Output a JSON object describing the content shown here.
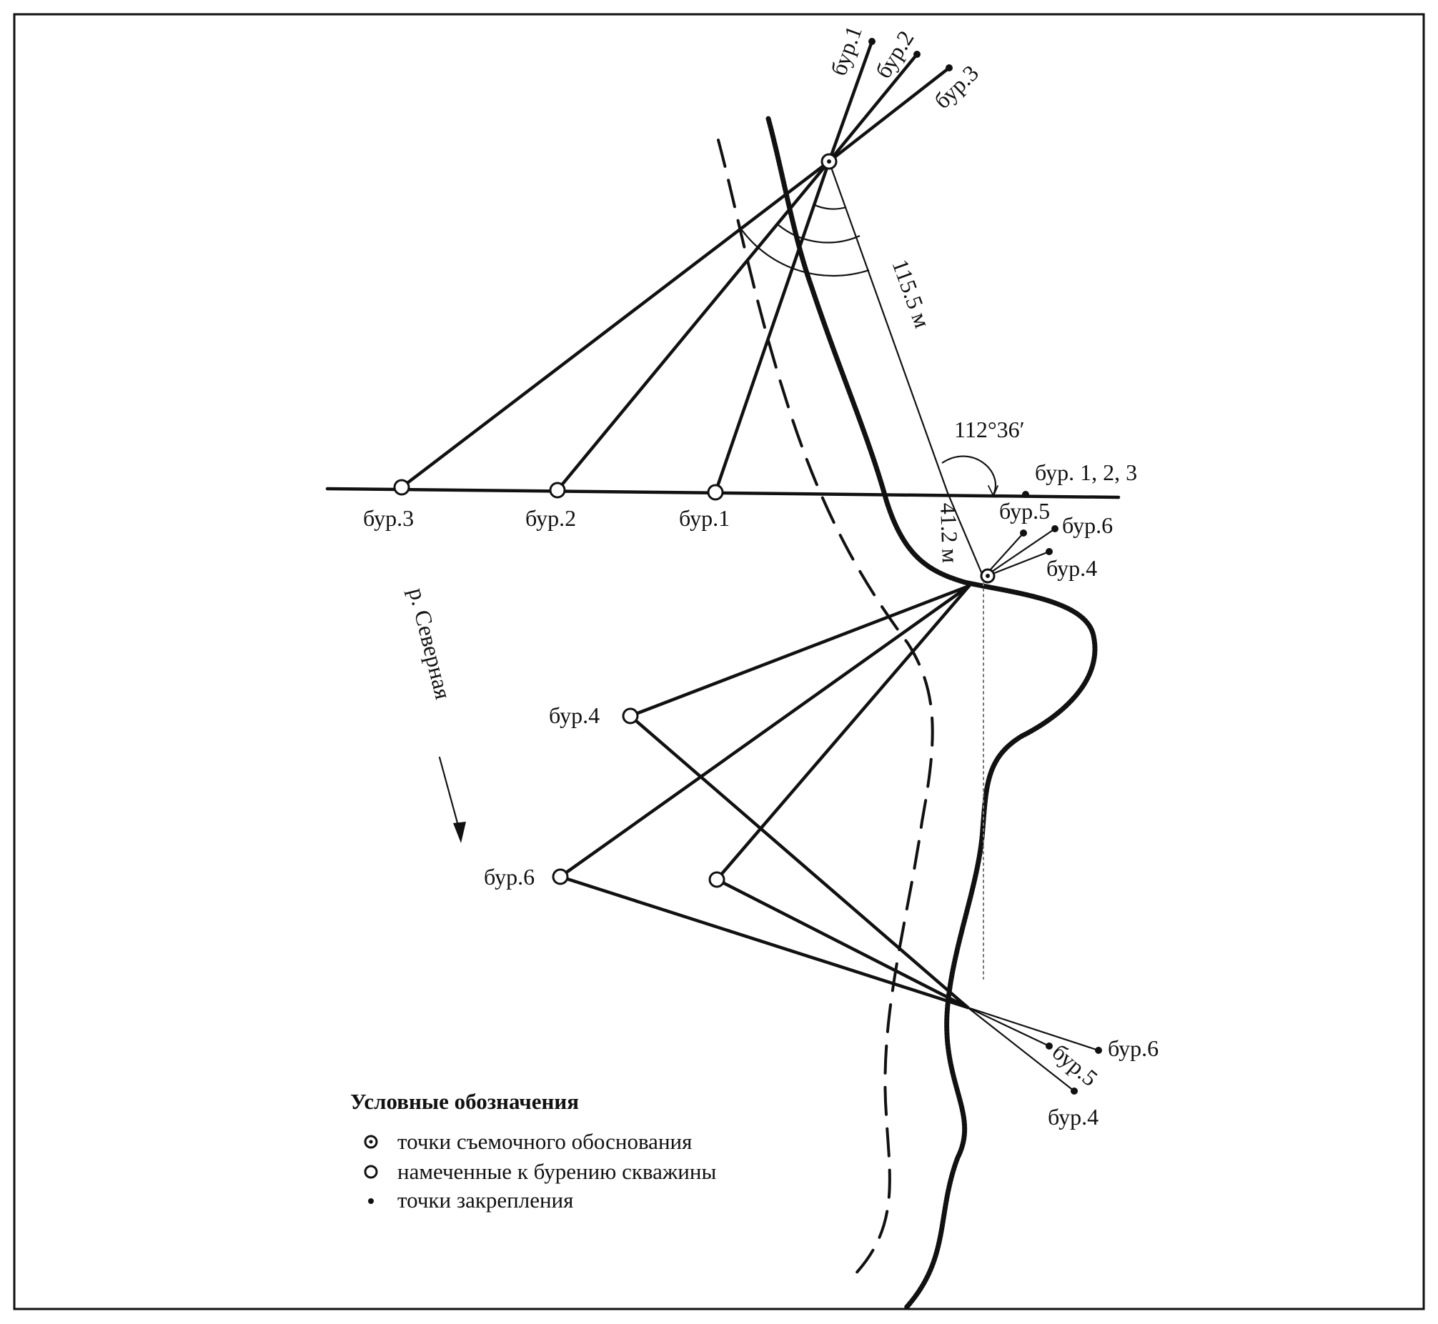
{
  "labels": {
    "bur1_ground": "бур.1",
    "bur2_ground": "бур.2",
    "bur3_ground": "бур.3",
    "bur1_top": "бур.1",
    "bur2_top": "бур.2",
    "bur3_top": "бур.3",
    "bur4_ground": "бур.4",
    "bur6_ground": "бур.6",
    "bur5_mid": "бур.5",
    "bur6_mid": "бур.6",
    "bur4_mid": "бур.4",
    "bur6_low": "бур.6",
    "bur5_low": "бур.5",
    "bur4_low": "бур.4",
    "bur123": "бур. 1, 2, 3",
    "distance_long": "115.5 м",
    "distance_short": "41.2 м",
    "angle": "112°36′",
    "river": "р. Северная"
  },
  "legend": {
    "title": "Условные обозначения",
    "items": [
      {
        "symbol": "station",
        "text": "точки съемочного обоснования"
      },
      {
        "symbol": "planned",
        "text": "намеченные к бурению скважины"
      },
      {
        "symbol": "fixing",
        "text": "точки закрепления"
      }
    ]
  }
}
